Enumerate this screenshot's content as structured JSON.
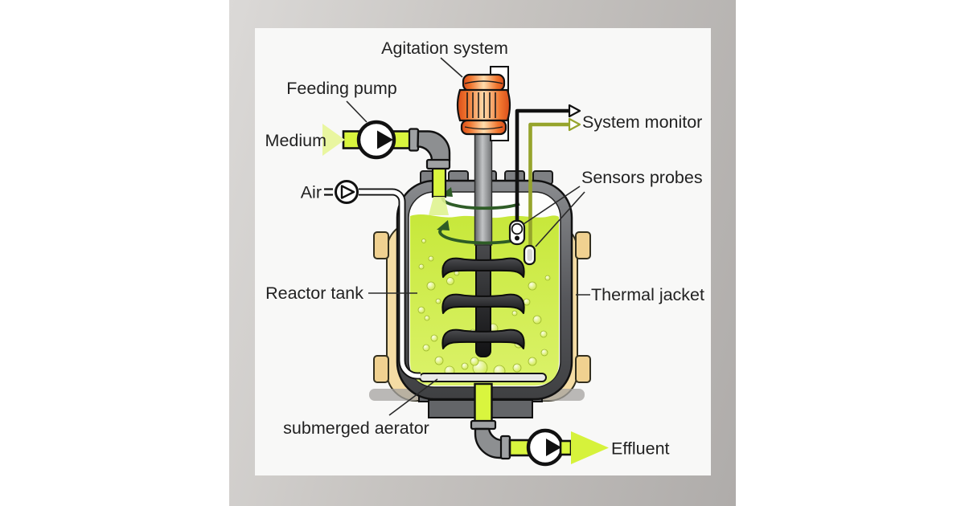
{
  "poster": {
    "labels": {
      "agitation_system": "Agitation system",
      "feeding_pump": "Feeding pump",
      "medium": "Medium",
      "air": "Air",
      "system_monitor": "System monitor",
      "sensors_probes": "Sensors probes",
      "reactor_tank": "Reactor tank",
      "thermal_jacket": "Thermal jacket",
      "submerged_aerator": "submerged aerator",
      "effluent": "Effluent"
    },
    "colors": {
      "liquid": "#cdec4b",
      "pipe_green": "#d9f53e",
      "effluent_arrow": "#d6f23b",
      "medium_arrow": "#e9f6a0",
      "olive_signal_line": "#96a42c",
      "black_signal_line": "#111111",
      "tank_wall": "#55565a",
      "thermal_jacket_tan": "#f4dca4",
      "motor_orange": "#f0752e",
      "rotation_arrow_green": "#2e5c26",
      "mockup_gray": "#c2bfbc",
      "poster_white": "#f8f8f7"
    }
  }
}
